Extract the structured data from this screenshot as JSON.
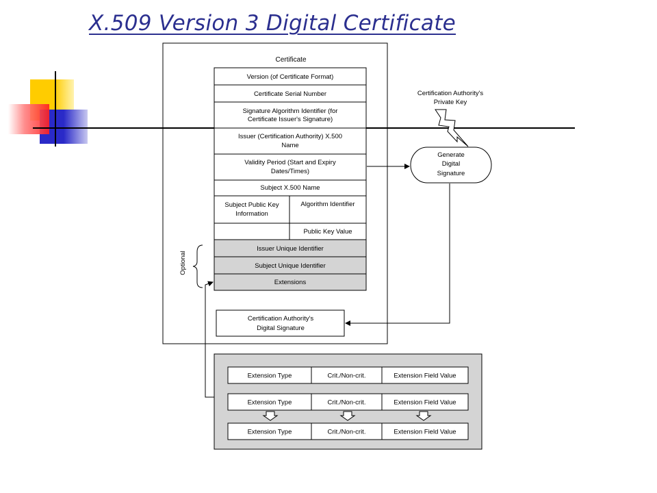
{
  "slide_title": "X.509 Version 3 Digital Certificate",
  "certificate": {
    "heading": "Certificate",
    "fields": {
      "version": [
        "Version (of Certificate Format)"
      ],
      "serial": [
        "Certificate Serial Number"
      ],
      "sig_alg": [
        "Signature Algorithm Identifier (for",
        "Certificate Issuer's Signature)"
      ],
      "issuer": [
        "Issuer (Certification Authority) X.500",
        "Name"
      ],
      "validity": [
        "Validity Period (Start and Expiry",
        "Dates/Times)"
      ],
      "subject": [
        "Subject X.500 Name"
      ],
      "spki": [
        "Subject Public Key",
        "Information"
      ],
      "alg_id": [
        "Algorithm Identifier"
      ],
      "pubkey": [
        "Public Key Value"
      ],
      "issuer_uid": [
        "Issuer Unique Identifier"
      ],
      "subject_uid": [
        "Subject Unique Identifier"
      ],
      "extensions": [
        "Extensions"
      ]
    },
    "optional_label": "Optional",
    "ca_signature": [
      "Certification Authority's",
      "Digital Signature"
    ]
  },
  "private_key_label": [
    "Certification Authority's",
    "Private Key"
  ],
  "generate_signature": [
    "Generate",
    "Digital",
    "Signature"
  ],
  "extension_rows": [
    [
      "Extension Type",
      "Crit./Non-crit.",
      "Extension Field Value"
    ],
    [
      "Extension Type",
      "Crit./Non-crit.",
      "Extension Field Value"
    ],
    [
      "Extension Type",
      "Crit./Non-crit.",
      "Extension Field Value"
    ]
  ],
  "colors": {
    "title": "#2b2f8f",
    "shaded": "#d4d4d4",
    "deco_yellow": "#ffcc00",
    "deco_red": "#ff3333",
    "deco_blue": "#3333cc"
  }
}
